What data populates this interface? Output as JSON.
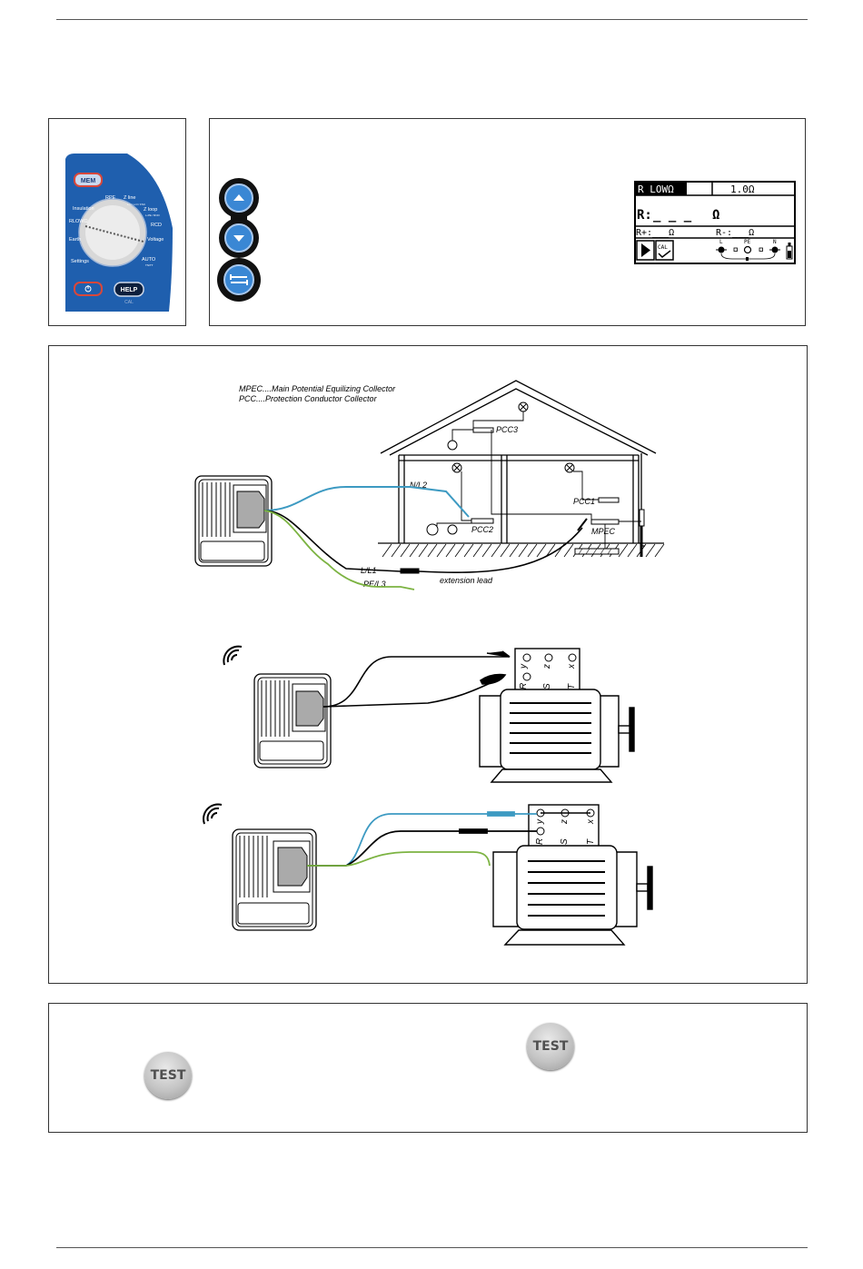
{
  "panel": {
    "mem": "MEM",
    "help": "HELP",
    "cal": "CAL",
    "dial": {
      "insulation": "Insulation",
      "rpe": "RPE",
      "zline": "Z line",
      "zline_sub": "L-L / L-N / FSC",
      "zloop": "Z loop",
      "zloop_sub": "L-PE / RCD",
      "rcd": "RCD",
      "rlow": "RLOWΩ",
      "earth": "Earth",
      "voltage": "Voltage",
      "settings": "Settings",
      "auto": "AUTO",
      "auto_sub": "TN/TT"
    }
  },
  "lcd": {
    "function": "R LOWΩ",
    "limit": "1.0Ω",
    "main_label": "R:",
    "main_value": "_ _ _",
    "main_unit": "Ω",
    "rplus": "R+:___Ω",
    "rminus": "R-:___Ω",
    "cal": "CAL",
    "term_l": "L",
    "term_pe": "PE",
    "term_n": "N"
  },
  "diagram": {
    "legend_line1": "MPEC....Main Potential Equilizing Collector",
    "legend_line2": "PCC....Protection Conductor Collector",
    "pcc1": "PCC1",
    "pcc2": "PCC2",
    "pcc3": "PCC3",
    "mpec": "MPEC",
    "n_l2": "N/L2",
    "l_l1": "L/L1",
    "pe_l3": "PE/L3",
    "extension_lead": "extension lead",
    "term_r": "R",
    "term_s": "S",
    "term_t": "T",
    "term_x": "x",
    "term_y": "y",
    "term_z": "z"
  },
  "test_button": "TEST",
  "colors": {
    "panel_blue": "#1f5fae",
    "lead_blue": "#3d9ac2",
    "lead_green": "#7cb342",
    "alert_red": "#d9473a"
  }
}
